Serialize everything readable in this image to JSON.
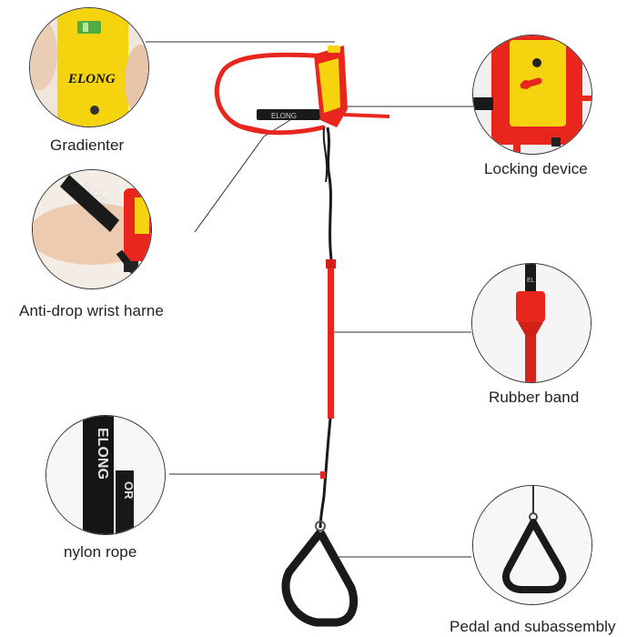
{
  "labels": {
    "gradienter": "Gradienter",
    "locking_device": "Locking device",
    "wrist_harness": "Anti-drop wrist harne",
    "rubber_band": "Rubber band",
    "nylon_rope": "nylon rope",
    "pedal": "Pedal and subassembly"
  },
  "brand": {
    "logo_text": "ELONG",
    "logo_subtext": "OUTDOOR",
    "rope_text": "ELONG OUTDOOR"
  },
  "colors": {
    "red": "#e8261e",
    "yellow": "#f5d40f",
    "strap": "#1a1a1a",
    "line": "#333333"
  }
}
